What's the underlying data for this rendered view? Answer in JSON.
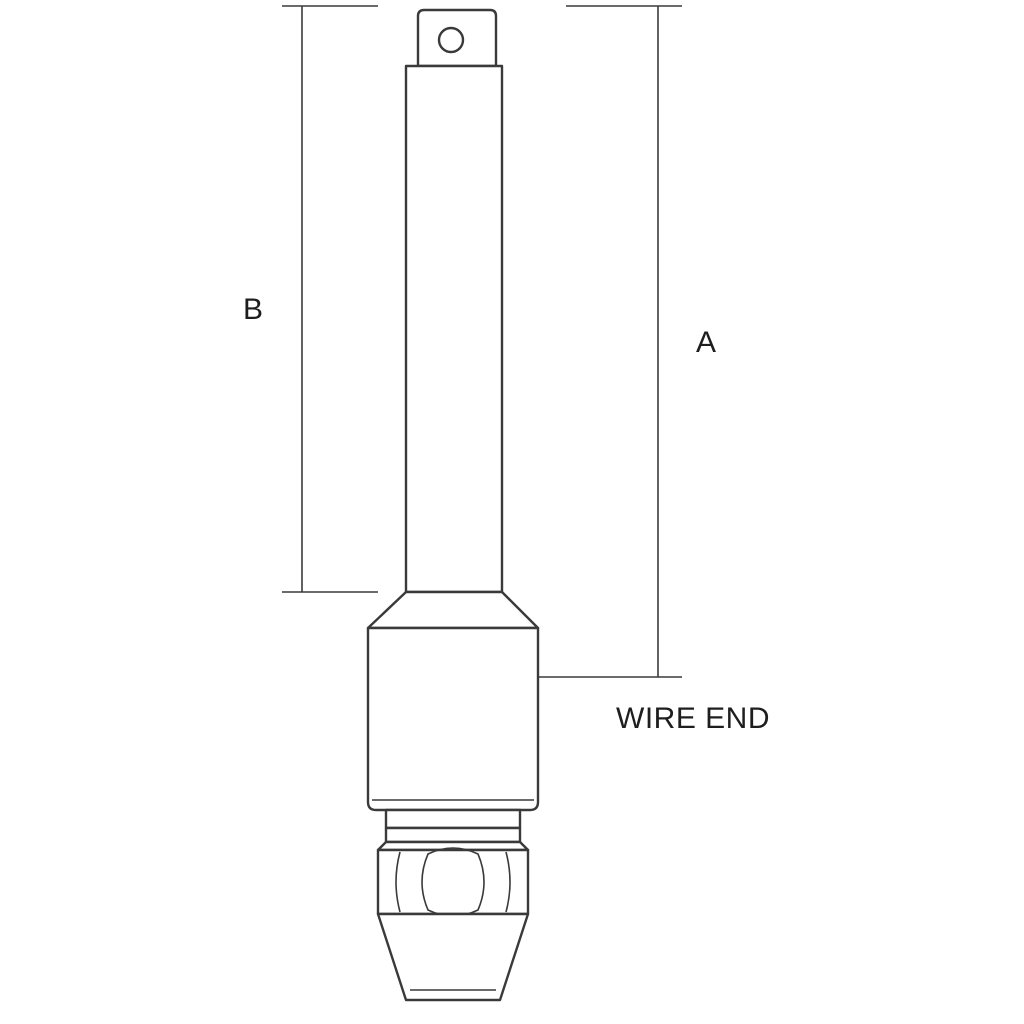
{
  "labels": {
    "dimension_a": "A",
    "dimension_b": "B",
    "wire_end": "WIRE END"
  },
  "colors": {
    "line": "#3a3a3a",
    "background": "#ffffff",
    "text": "#1e1e1e"
  }
}
